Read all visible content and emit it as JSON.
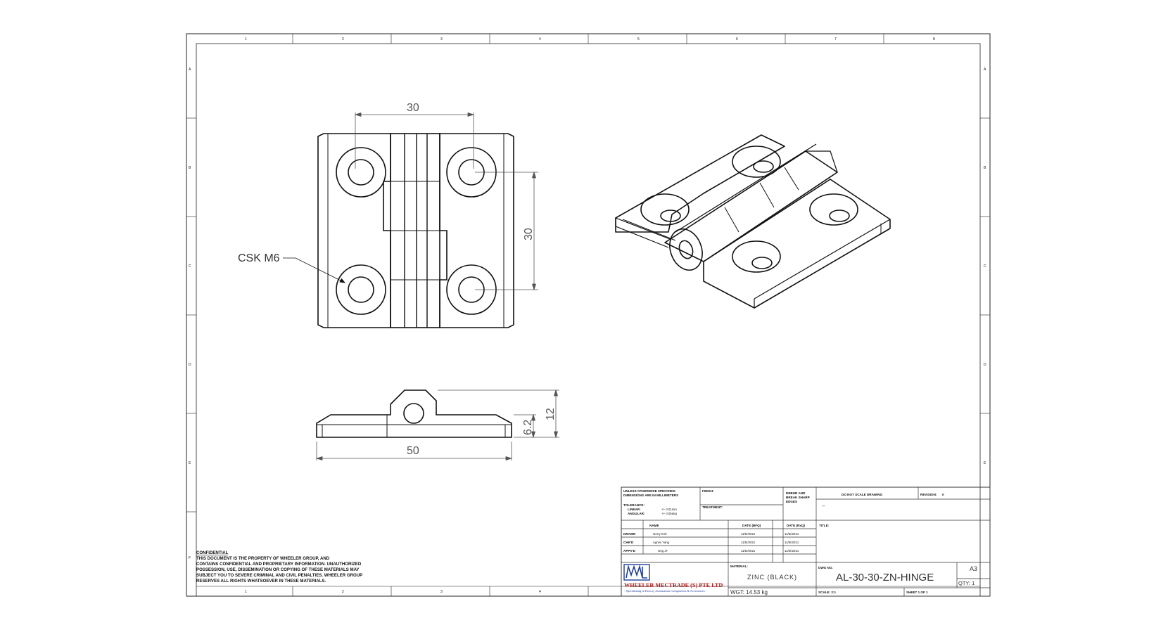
{
  "zones": {
    "columns": [
      "1",
      "2",
      "3",
      "4",
      "5",
      "6",
      "7",
      "8"
    ],
    "rows": [
      "A",
      "B",
      "C",
      "D",
      "E",
      "F"
    ]
  },
  "dimensions": {
    "hole_spacing_h": "30",
    "hole_spacing_v": "30",
    "thread_callout": "CSK M6",
    "overall_width": "50",
    "leaf_thickness": "6.2",
    "overall_height": "12"
  },
  "confidential": {
    "title": "CONFIDENTIAL",
    "lines": [
      "THIS DOCUMENT IS THE PROPERTY OF WHEELER GROUP, AND",
      "CONTAINS CONFIDENTIAL AND PROPRIETARY INFORMATION. UNAUTHORIZED",
      "POSSESSION, USE, DISSEMINATION OR COPYING OF THESE MATERIALS MAY",
      "SUBJECT YOU TO SEVERE CRIMINAL AND CIVIL PENALTIES. WHEELER GROUP",
      "RESERVES ALL RIGHTS WHATSOEVER IN THESE MATERIALS."
    ]
  },
  "title_block": {
    "unless_note_1": "UNLESS OTHERWISE SPECIFIED:",
    "unless_note_2": "DIMENSIONS ARE IN MILLIMETERS",
    "tolerance_label": "TOLERANCE:",
    "linear_label": "LINEAR:",
    "linear_value": "+/- 0.01mm",
    "angular_label": "ANGULAR:",
    "angular_value": "+/- 0.05deg",
    "finish_label": "FINISH:",
    "treatment_label": "TREATMENT:",
    "deburr_1": "DEBUR AND",
    "deburr_2": "BREAK SHARP",
    "deburr_3": "EDGES",
    "do_not_scale": "DO NOT SCALE DRAWING",
    "revision_label": "REVISION:",
    "revision_value": "0",
    "blank_value": "---",
    "name_header": "NAME",
    "date_bfq_header": "DATE (BFQ)",
    "date_rxq_header": "DATE (RxQ)",
    "title_label": "TITLE:",
    "rows": [
      {
        "role": "DRAWN",
        "name": "Gerry Koh",
        "date1": "11/5r/2021",
        "date2": "11/5r/2021"
      },
      {
        "role": "CHK'D",
        "name": "Agnes Yang",
        "date1": "11/5r/2021",
        "date2": "11/5r/2021"
      },
      {
        "role": "APPV'D",
        "name": "Ong JT",
        "date1": "11/5r/2021",
        "date2": "11/5r/2021"
      }
    ],
    "company_name": "WHEELER MECTRADE (S) PTE LTD",
    "company_tagline": "- Specializing in Factory Automation Components & Accessories -",
    "material_label": "MATERIAL:",
    "material_value": "ZINC (BLACK)",
    "weight": "WGT: 14.53 kg",
    "dwg_no_label": "DWG NO.",
    "dwg_no": "AL-30-30-ZN-HINGE",
    "sheet_size": "A3",
    "qty": "QTY: 1",
    "scale": "SCALE: 2:1",
    "sheet": "SHEET 1 OF 1"
  },
  "colors": {
    "line": "#111111",
    "dimension": "#555555",
    "logo_blue": "#1f3f9a",
    "company_red": "#b01818"
  }
}
